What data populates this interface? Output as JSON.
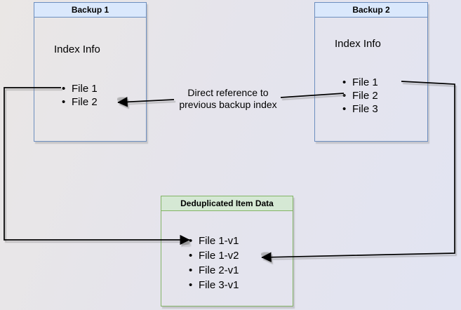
{
  "diagram": {
    "backup1": {
      "title": "Backup 1",
      "subtitle": "Index Info",
      "files": [
        "File 1",
        "File 2"
      ]
    },
    "backup2": {
      "title": "Backup 2",
      "subtitle": "Index Info",
      "files": [
        "File 1",
        "File 2",
        "File 3"
      ]
    },
    "dedup": {
      "title": "Deduplicated Item Data",
      "files": [
        "File 1-v1",
        "File 1-v2",
        "File 2-v1",
        "File 3-v1"
      ]
    },
    "annotation": {
      "line1": "Direct reference to",
      "line2": "previous backup index"
    },
    "colors": {
      "blue_fill": "#dae8fc",
      "blue_stroke": "#6c8ebf",
      "green_fill": "#d5e8d4",
      "green_stroke": "#82b366",
      "edge": "#000000"
    }
  }
}
